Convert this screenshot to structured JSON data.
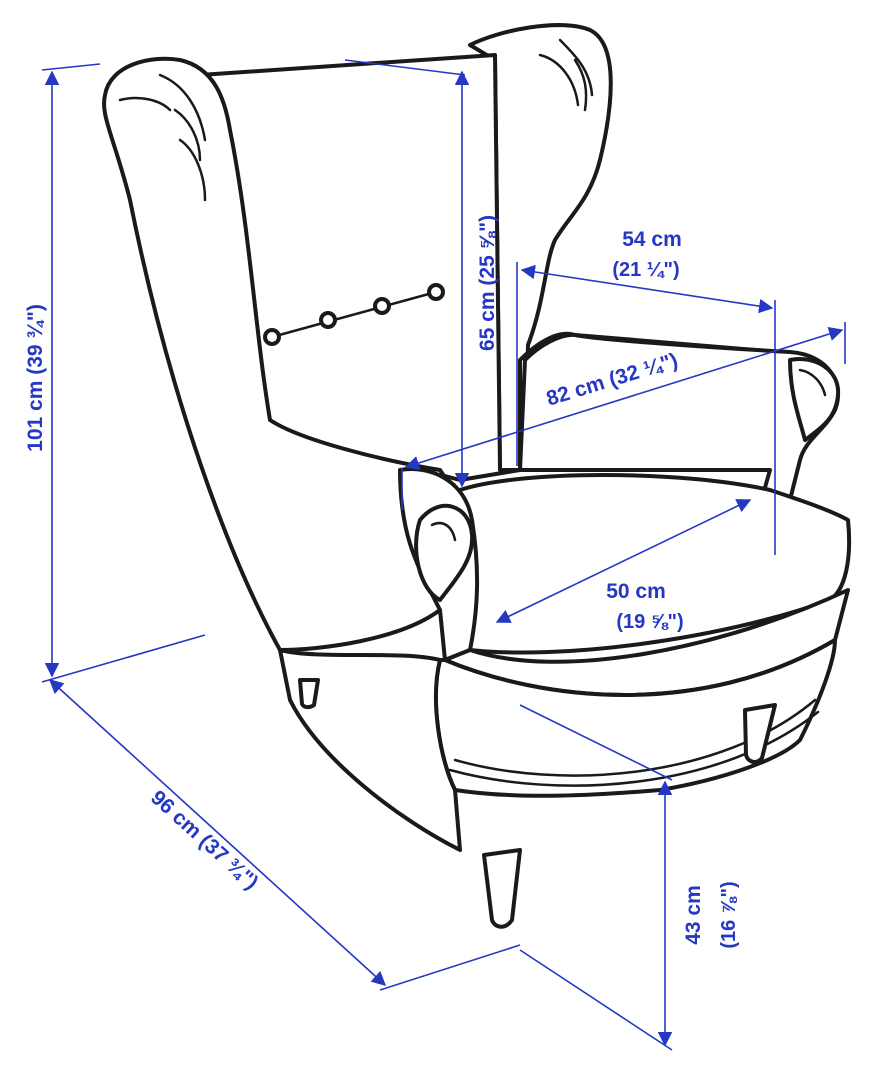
{
  "colors": {
    "dimension": "#2438c4",
    "outline": "#1a1a1a",
    "background": "#ffffff"
  },
  "dimensions": {
    "overall_height": {
      "metric": "101 cm",
      "imperial": "(39 ¾\")"
    },
    "depth": {
      "metric": "96 cm",
      "imperial": "(37 ¾\")"
    },
    "backrest_height": {
      "metric": "65 cm",
      "imperial": "(25 ⅝\")"
    },
    "seat_width": {
      "metric": "54 cm",
      "imperial": "(21 ¼\")"
    },
    "width": {
      "metric": "82 cm",
      "imperial": "(32 ¼\")"
    },
    "seat_depth": {
      "metric": "50 cm",
      "imperial": "(19 ⅝\")"
    },
    "seat_height": {
      "metric": "43 cm",
      "imperial": "(16 ⅞\")"
    }
  }
}
